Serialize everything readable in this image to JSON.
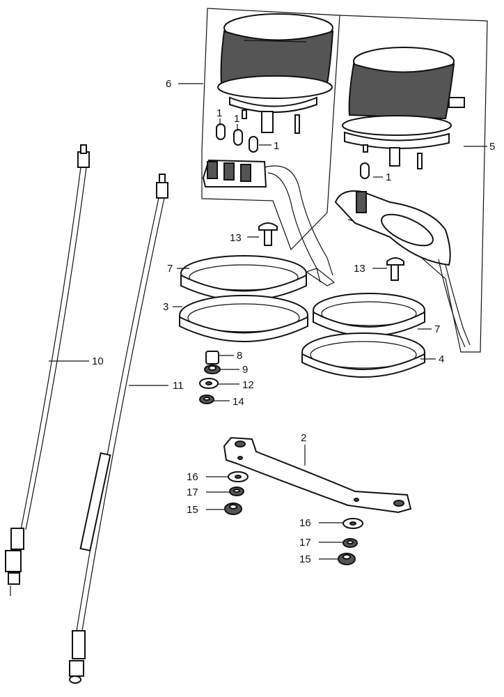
{
  "diagram": {
    "callouts": [
      {
        "id": "c-6",
        "text": "6"
      },
      {
        "id": "c-5",
        "text": "5"
      },
      {
        "id": "c-1a",
        "text": "1"
      },
      {
        "id": "c-1b",
        "text": "1"
      },
      {
        "id": "c-1c",
        "text": "1"
      },
      {
        "id": "c-1d",
        "text": "1"
      },
      {
        "id": "c-13a",
        "text": "13"
      },
      {
        "id": "c-13b",
        "text": "13"
      },
      {
        "id": "c-7a",
        "text": "7"
      },
      {
        "id": "c-7b",
        "text": "7"
      },
      {
        "id": "c-3",
        "text": "3"
      },
      {
        "id": "c-4",
        "text": "4"
      },
      {
        "id": "c-8",
        "text": "8"
      },
      {
        "id": "c-9",
        "text": "9"
      },
      {
        "id": "c-12",
        "text": "12"
      },
      {
        "id": "c-14",
        "text": "14"
      },
      {
        "id": "c-10",
        "text": "10"
      },
      {
        "id": "c-11",
        "text": "11"
      },
      {
        "id": "c-2",
        "text": "2"
      },
      {
        "id": "c-16a",
        "text": "16"
      },
      {
        "id": "c-17a",
        "text": "17"
      },
      {
        "id": "c-15a",
        "text": "15"
      },
      {
        "id": "c-16b",
        "text": "16"
      },
      {
        "id": "c-17b",
        "text": "17"
      },
      {
        "id": "c-15b",
        "text": "15"
      }
    ]
  }
}
